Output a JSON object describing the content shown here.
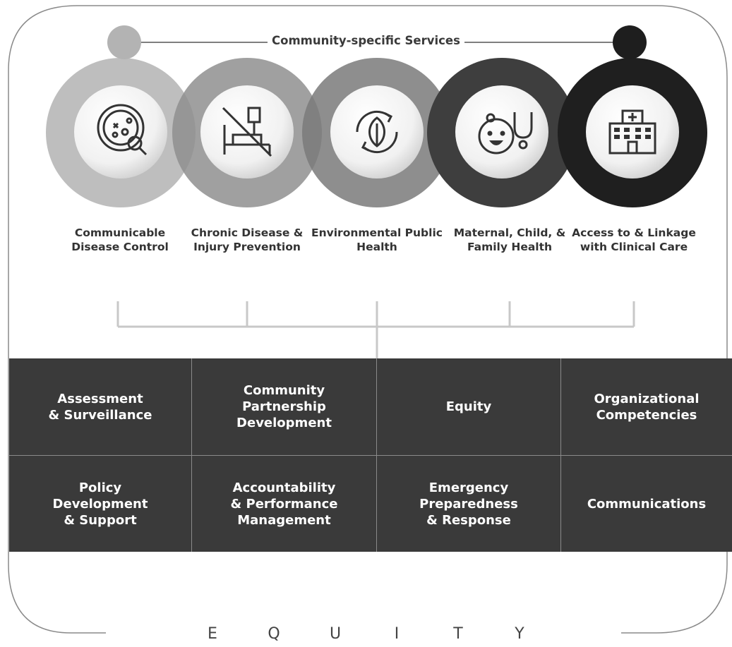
{
  "header": {
    "title": "Community-specific Services"
  },
  "services": [
    {
      "label": "Communicable\nDisease Control",
      "icon": "petri-dish-icon"
    },
    {
      "label": "Chronic Disease\n& Injury\nPrevention",
      "icon": "hospital-bed-crossed-icon"
    },
    {
      "label": "Environmental\nPublic Health",
      "icon": "leaf-cycle-icon"
    },
    {
      "label": "Maternal,\nChild, &\nFamily Health",
      "icon": "baby-stethoscope-icon"
    },
    {
      "label": "Access to &\nLinkage with\nClinical Care",
      "icon": "hospital-building-icon"
    }
  ],
  "capabilities": [
    [
      "Assessment\n& Surveillance",
      "Community\nPartnership\nDevelopment",
      "Equity",
      "Organizational\nCompetencies"
    ],
    [
      "Policy\nDevelopment\n& Support",
      "Accountability\n& Performance\nManagement",
      "Emergency\nPreparedness\n& Response",
      "Communications"
    ]
  ],
  "footer": {
    "letters": [
      "E",
      "Q",
      "U",
      "I",
      "T",
      "Y"
    ]
  },
  "colors": {
    "circle_shades": [
      "#b3b3b3",
      "#8f8f8f",
      "#7a7a7a",
      "#3e3e3e",
      "#1f1f1f"
    ],
    "grid_bg": "#3a3a3a",
    "connector": "#c8c8c8"
  }
}
